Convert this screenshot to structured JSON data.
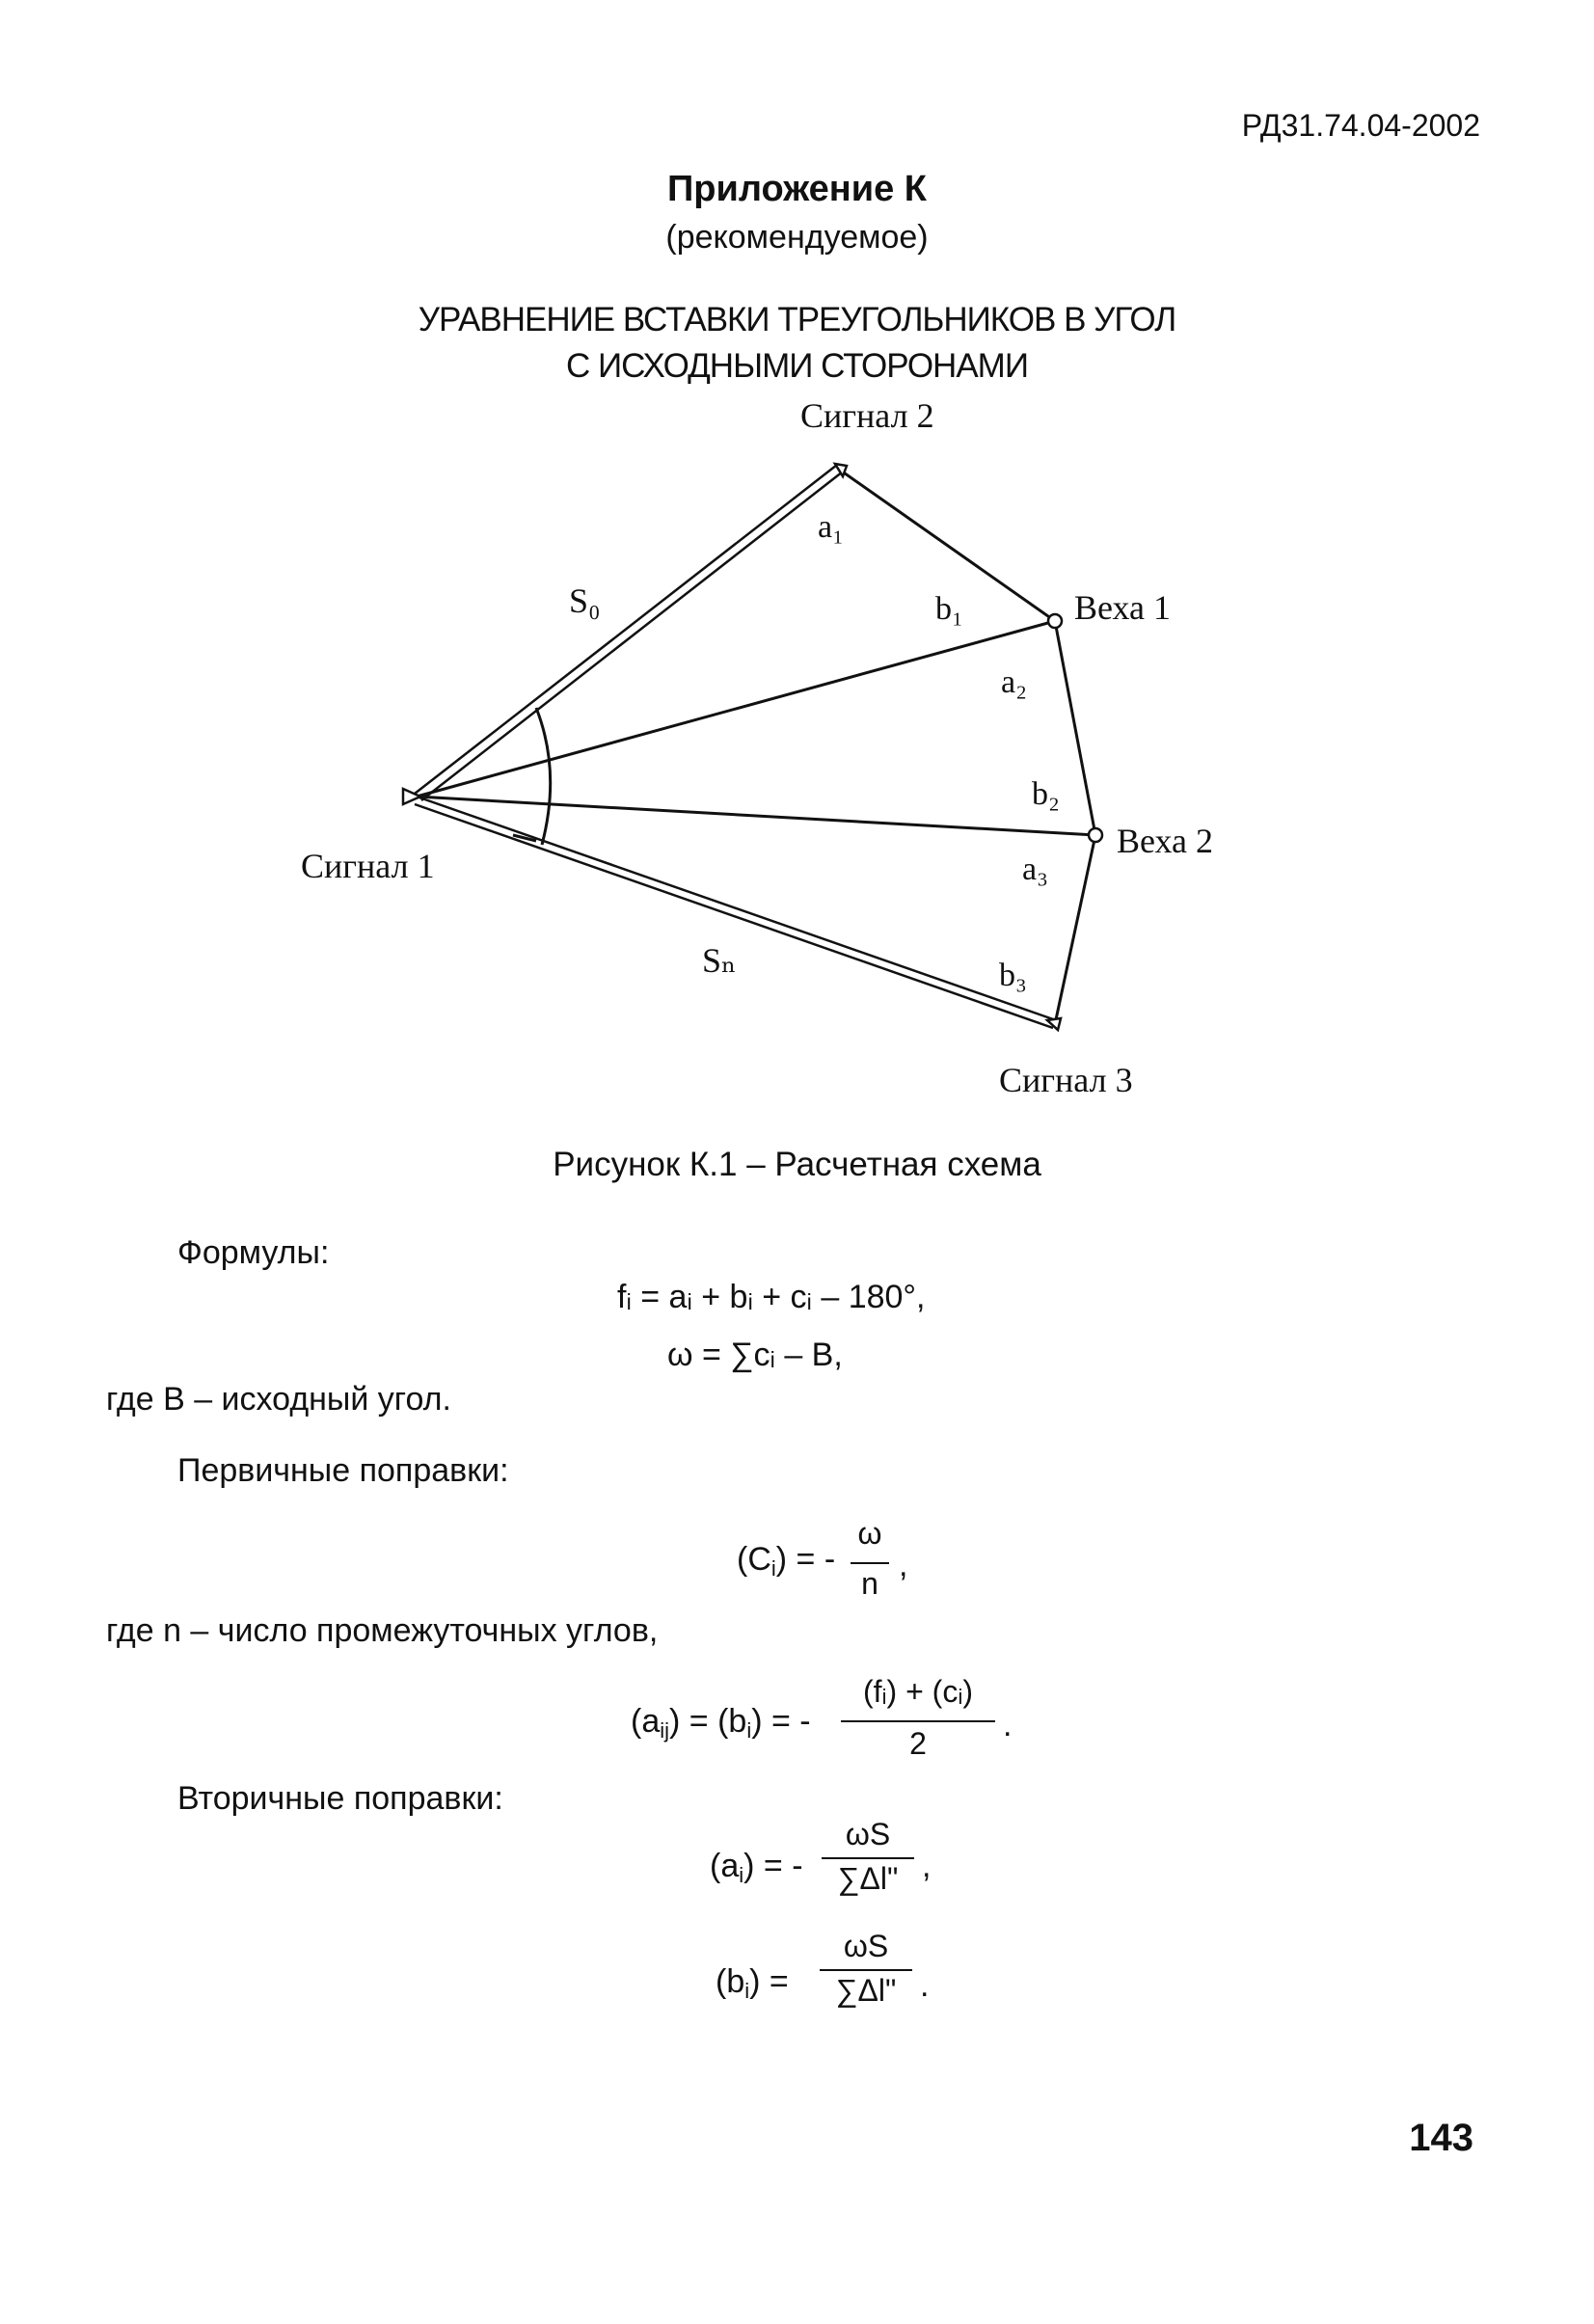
{
  "header": {
    "doc_code": "РД31.74.04-2002"
  },
  "appendix": {
    "title": "Приложение К",
    "subtitle": "(рекомендуемое)"
  },
  "heading": {
    "line1": "УРАВНЕНИЕ ВСТАВКИ ТРЕУГОЛЬНИКОВ В УГОЛ",
    "line2": "С ИСХОДНЫМИ СТОРОНАМИ"
  },
  "figure": {
    "points": {
      "signal1": "Сигнал 1",
      "signal2": "Сигнал 2",
      "signal3": "Сигнал 3",
      "vekha1": "Веха 1",
      "vekha2": "Веха 2"
    },
    "labels": {
      "s0": "S₀",
      "sn": "Sₙ",
      "a1": "a₁",
      "b1": "b₁",
      "a2": "a₂",
      "b2": "b₂",
      "a3": "a₃",
      "b3": "b₃"
    },
    "caption": "Рисунок К.1 – Расчетная схема"
  },
  "text": {
    "formulas_label": "Формулы:",
    "formula1": "fᵢ = aᵢ + bᵢ + cᵢ – 180°,",
    "formula2": "ω = ∑cᵢ – B,",
    "where_b": "где В – исходный угол.",
    "primary": "Первичные поправки:",
    "where_n": "где n – число промежуточных углов,",
    "secondary": "Вторичные поправки:"
  },
  "formulas": {
    "ci_left": "(C",
    "ci_mid": ") = -",
    "ci_num": "ω",
    "ci_den": "n",
    "ci_tail": ",",
    "ab_left": "(a",
    "ab_mid1": ") = (b",
    "ab_mid2": ") = -",
    "ab_num": "(fᵢ) + (cᵢ)",
    "ab_den": "2",
    "ab_tail": ".",
    "a2_left": "(a",
    "a2_mid": ") = -",
    "a2_num": "ωS",
    "a2_den": "∑Δl\"",
    "a2_tail": ",",
    "b2_left": "(b",
    "b2_mid": ") =",
    "b2_num": "ωS",
    "b2_den": "∑Δl\"",
    "b2_tail": ".",
    "sub_i": "i",
    "sub_ij": "ij"
  },
  "page_number": "143"
}
